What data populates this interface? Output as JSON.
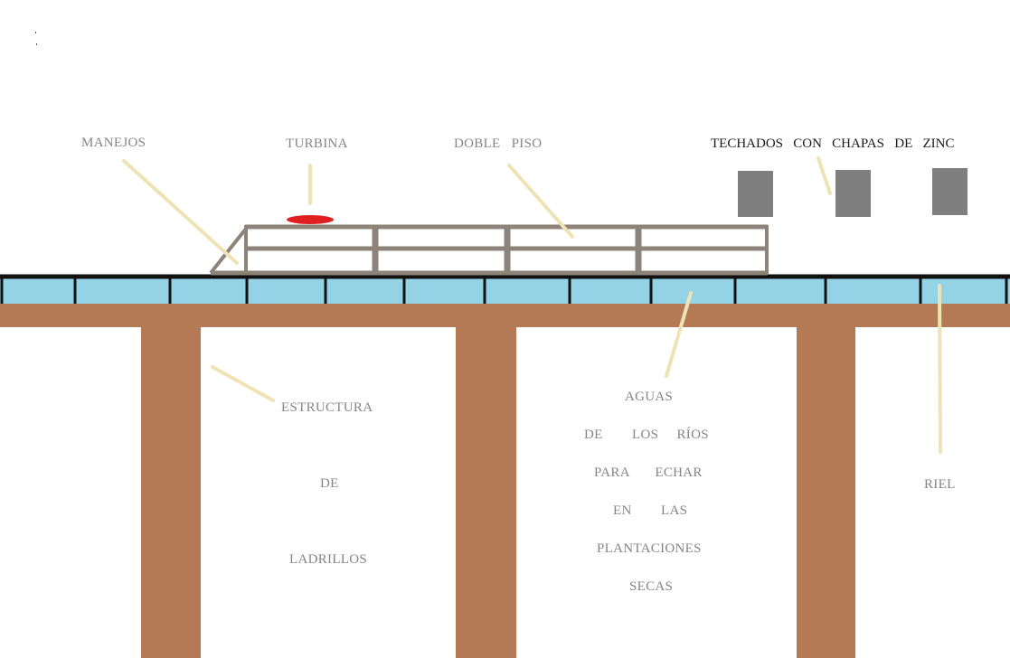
{
  "labels": {
    "manejos": "MANEJOS",
    "turbina": "TURBINA",
    "doble_piso": "DOBLE   PISO",
    "techados": "TECHADOS   CON   CHAPAS   DE   ZINC",
    "estructura_1": "ESTRUCTURA",
    "estructura_2": "DE",
    "estructura_3": "LADRILLOS",
    "aguas_1": "AGUAS",
    "aguas_2": "DE        LOS     RÍOS",
    "aguas_3": "PARA       ECHAR",
    "aguas_4": "EN        LAS",
    "aguas_5": "PLANTACIONES",
    "aguas_6": "SECAS",
    "riel": "RIEL"
  },
  "colors": {
    "background": "#ffffff",
    "brick": "#b47a56",
    "water": "#94d3e6",
    "rail": "#111111",
    "frame": "#8e8378",
    "roof": "#7f7f7f",
    "turbine": "#e02020",
    "leader": "#efe3b6",
    "label": "#858585",
    "label_dark": "#1a1a1a"
  }
}
